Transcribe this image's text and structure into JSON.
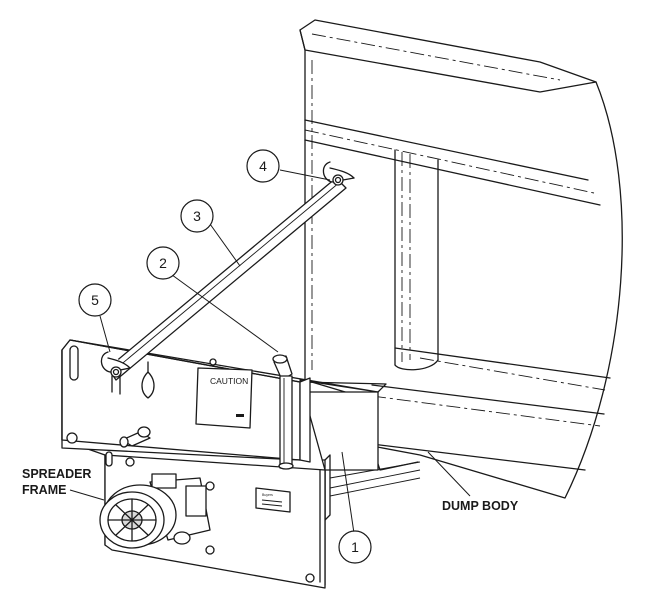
{
  "callouts": [
    {
      "number": "1"
    },
    {
      "number": "2"
    },
    {
      "number": "3"
    },
    {
      "number": "4"
    },
    {
      "number": "5"
    }
  ],
  "labels": {
    "spreader_frame_line1": "SPREADER",
    "spreader_frame_line2": "FRAME",
    "dump_body": "DUMP BODY"
  },
  "warning_decal": {
    "text": "CAUTION"
  },
  "nameplate": {
    "line1": "Buyers"
  }
}
